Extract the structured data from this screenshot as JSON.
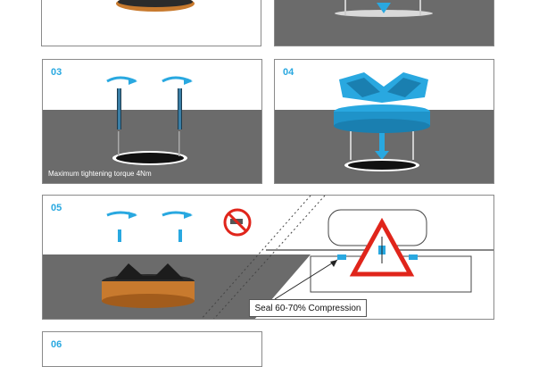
{
  "steps": [
    {
      "number": "03",
      "caption": "Maximum tightening torque 4Nm"
    },
    {
      "number": "04"
    },
    {
      "number": "05",
      "seal_label": "Seal 60-70% Compression"
    },
    {
      "number": "06"
    }
  ],
  "colors": {
    "accent_blue": "#29a8e0",
    "ground_gray": "#6b6b6b",
    "warning_red": "#e0251b",
    "orange": "#c87a2e"
  }
}
